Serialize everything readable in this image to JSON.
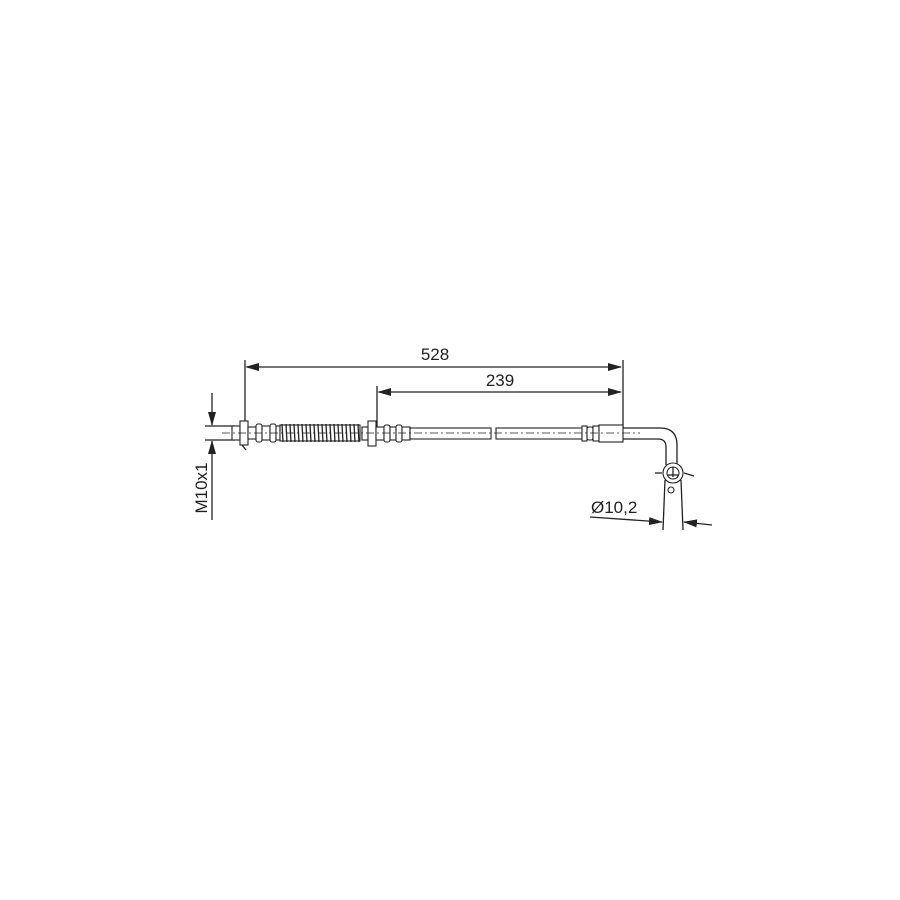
{
  "dimensions": {
    "overall_length": "528",
    "partial_length": "239",
    "thread": "M10x1",
    "diameter": "Ø10,2"
  },
  "colors": {
    "line": "#222222",
    "background": "#ffffff"
  }
}
